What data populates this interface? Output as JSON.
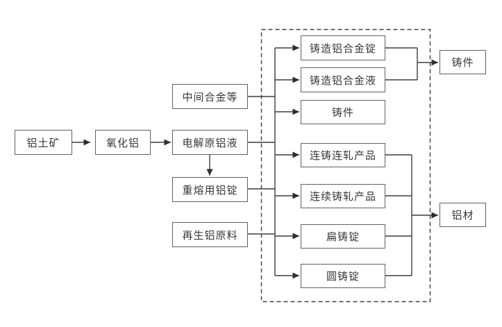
{
  "diagram": {
    "type": "flowchart",
    "language": "zh-CN",
    "nodes": [
      {
        "id": "bauxite",
        "label": "铝土矿"
      },
      {
        "id": "alumina",
        "label": "氧化铝"
      },
      {
        "id": "intermediate-alloys",
        "label": "中间合金等"
      },
      {
        "id": "electrolytic-raw-aluminum",
        "label": "电解原铝液"
      },
      {
        "id": "remelt-aluminum-ingot",
        "label": "重熔用铝锭"
      },
      {
        "id": "recycled-aluminum-material",
        "label": "再生铝原料"
      },
      {
        "id": "cast-aluminum-alloy-ingot",
        "label": "铸造铝合金锭"
      },
      {
        "id": "cast-aluminum-alloy-liquid",
        "label": "铸造铝合金液"
      },
      {
        "id": "castings-inner",
        "label": "铸件"
      },
      {
        "id": "continuous-cast-roll-products",
        "label": "连铸连轧产品"
      },
      {
        "id": "continuous-casting-rolling-products",
        "label": "连续铸轧产品"
      },
      {
        "id": "flat-cast-ingot",
        "label": "扁铸锭"
      },
      {
        "id": "round-cast-ingot",
        "label": "圆铸锭"
      },
      {
        "id": "castings-output",
        "label": "铸件"
      },
      {
        "id": "aluminum-products",
        "label": "铝材"
      }
    ],
    "edges": [
      {
        "from": "bauxite",
        "to": "alumina",
        "arrow": true
      },
      {
        "from": "alumina",
        "to": "electrolytic-raw-aluminum",
        "arrow": true
      },
      {
        "from": "electrolytic-raw-aluminum",
        "to": "remelt-aluminum-ingot",
        "arrow": true
      },
      {
        "from": "intermediate-alloys",
        "to": "junction-bus",
        "arrow": false
      },
      {
        "from": "electrolytic-raw-aluminum",
        "to": "junction-bus",
        "arrow": false
      },
      {
        "from": "remelt-aluminum-ingot",
        "to": "junction-bus",
        "arrow": false
      },
      {
        "from": "recycled-aluminum-material",
        "to": "junction-bus",
        "arrow": false
      },
      {
        "from": "junction-bus",
        "to": "cast-aluminum-alloy-ingot",
        "arrow": true
      },
      {
        "from": "junction-bus",
        "to": "cast-aluminum-alloy-liquid",
        "arrow": true
      },
      {
        "from": "junction-bus",
        "to": "castings-inner",
        "arrow": true
      },
      {
        "from": "junction-bus",
        "to": "continuous-cast-roll-products",
        "arrow": true
      },
      {
        "from": "junction-bus",
        "to": "continuous-casting-rolling-products",
        "arrow": true
      },
      {
        "from": "junction-bus",
        "to": "flat-cast-ingot",
        "arrow": true
      },
      {
        "from": "junction-bus",
        "to": "round-cast-ingot",
        "arrow": true
      },
      {
        "from": "cast-aluminum-alloy-ingot",
        "to": "castings-output",
        "arrow": true
      },
      {
        "from": "cast-aluminum-alloy-liquid",
        "to": "castings-output",
        "arrow": true
      },
      {
        "from": "continuous-cast-roll-products",
        "to": "aluminum-products",
        "arrow": true
      },
      {
        "from": "continuous-casting-rolling-products",
        "to": "aluminum-products",
        "arrow": true
      },
      {
        "from": "flat-cast-ingot",
        "to": "aluminum-products",
        "arrow": true
      },
      {
        "from": "round-cast-ingot",
        "to": "aluminum-products",
        "arrow": true
      }
    ],
    "dashed_group": {
      "style": "dashed-border",
      "contains": [
        "cast-aluminum-alloy-ingot",
        "cast-aluminum-alloy-liquid",
        "castings-inner",
        "continuous-cast-roll-products",
        "continuous-casting-rolling-products",
        "flat-cast-ingot",
        "round-cast-ingot"
      ]
    },
    "colors": {
      "background": "#ffffff",
      "box_border": "#5f5f5f",
      "line": "#3d3d3d",
      "text": "#383838"
    }
  }
}
